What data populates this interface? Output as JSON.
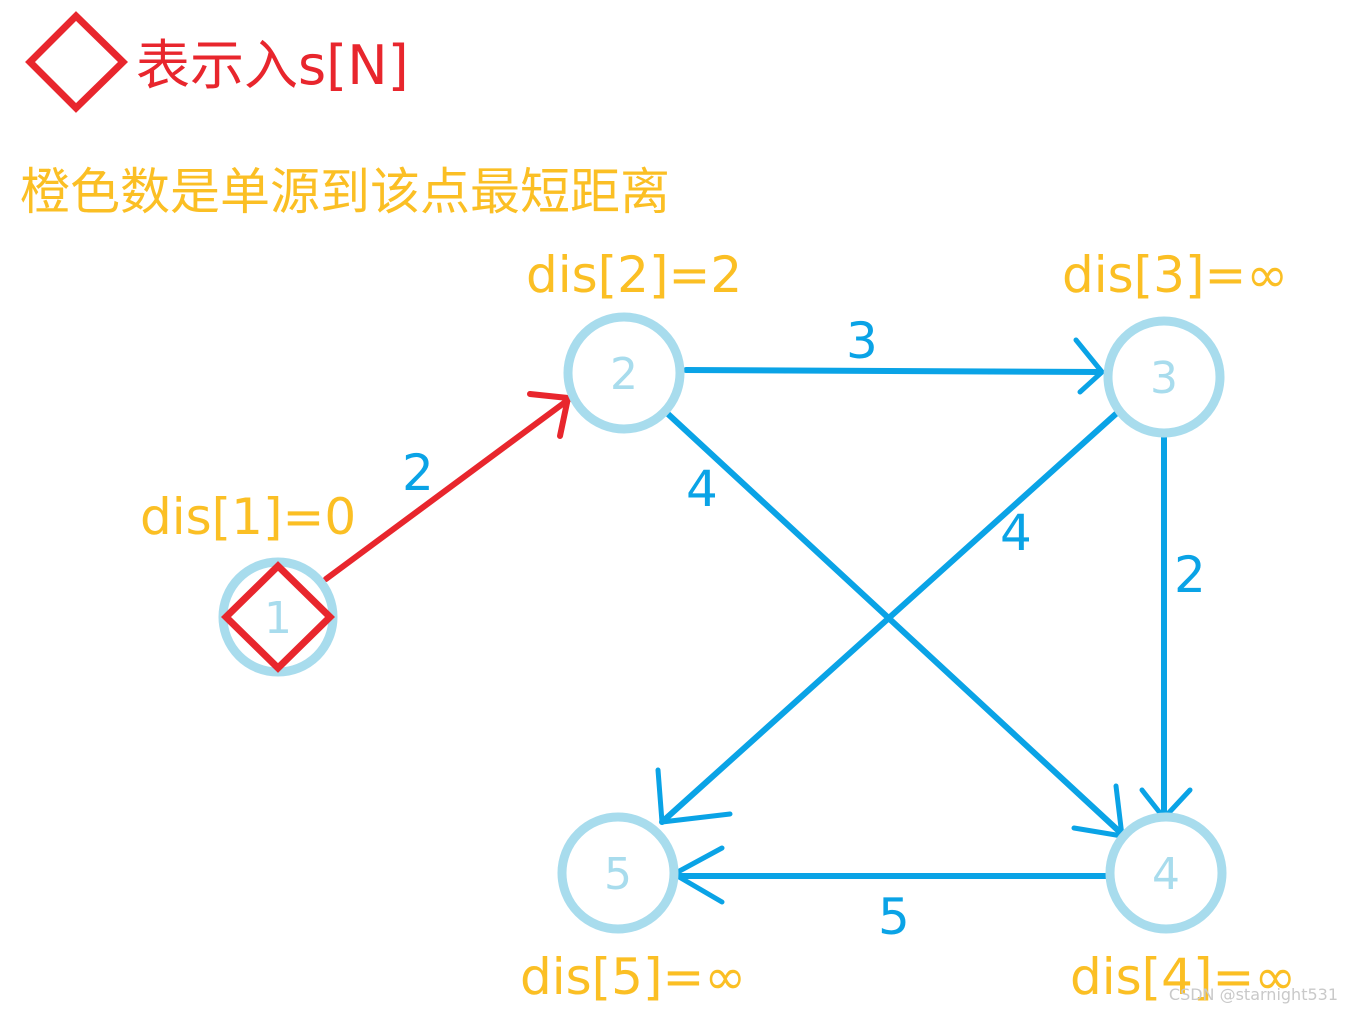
{
  "legend": {
    "marker_icon": "red-diamond-icon",
    "text": "表示入s[N]"
  },
  "subtitle": "橙色数是单源到该点最短距离",
  "nodes": [
    {
      "id": "1",
      "label": "1",
      "dist": "dis[1]=0"
    },
    {
      "id": "2",
      "label": "2",
      "dist": "dis[2]=2"
    },
    {
      "id": "3",
      "label": "3",
      "dist": "dis[3]=∞"
    },
    {
      "id": "4",
      "label": "4",
      "dist": "dis[4]=∞"
    },
    {
      "id": "5",
      "label": "5",
      "dist": "dis[5]=∞"
    }
  ],
  "edges": [
    {
      "from": "1",
      "to": "2",
      "weight": "2",
      "highlighted": true
    },
    {
      "from": "2",
      "to": "3",
      "weight": "3",
      "highlighted": false
    },
    {
      "from": "2",
      "to": "4",
      "weight": "4",
      "highlighted": false
    },
    {
      "from": "3",
      "to": "5",
      "weight": "4",
      "highlighted": false
    },
    {
      "from": "3",
      "to": "4",
      "weight": "2",
      "highlighted": false
    },
    {
      "from": "4",
      "to": "5",
      "weight": "5",
      "highlighted": false
    }
  ],
  "watermark": "CSDN @starnight531",
  "colors": {
    "highlight": "#e8262d",
    "edge": "#0aa3e6",
    "node_ring": "#a8dced",
    "distance": "#fbbf24"
  }
}
